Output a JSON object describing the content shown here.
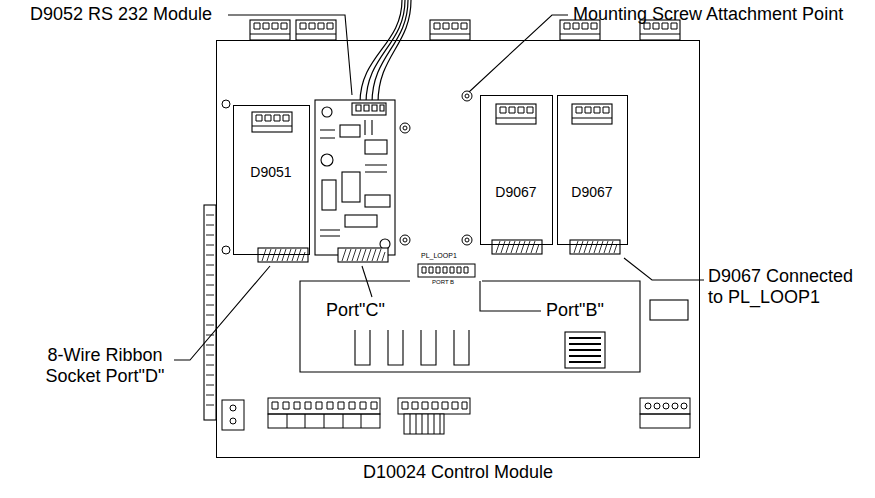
{
  "diagram": {
    "nodes": [
      {
        "text": [
          "D10024 Control Module"
        ]
      },
      {
        "text": [
          "D9051"
        ],
        "in": 0
      },
      {
        "text": [
          "D9067"
        ],
        "in": 0
      },
      {
        "text": [
          "D9067"
        ],
        "in": 0
      }
    ],
    "labels": [
      "D9052 RS 232 Module",
      "Mounting Screw Attachment Point",
      "D9067 Connected to PL_LOOP1",
      "8-Wire Ribbon Socket Port\"D\"",
      "Port\"C\"",
      "Port\"B\"",
      "PL_LOOP1",
      "PORT B"
    ]
  }
}
